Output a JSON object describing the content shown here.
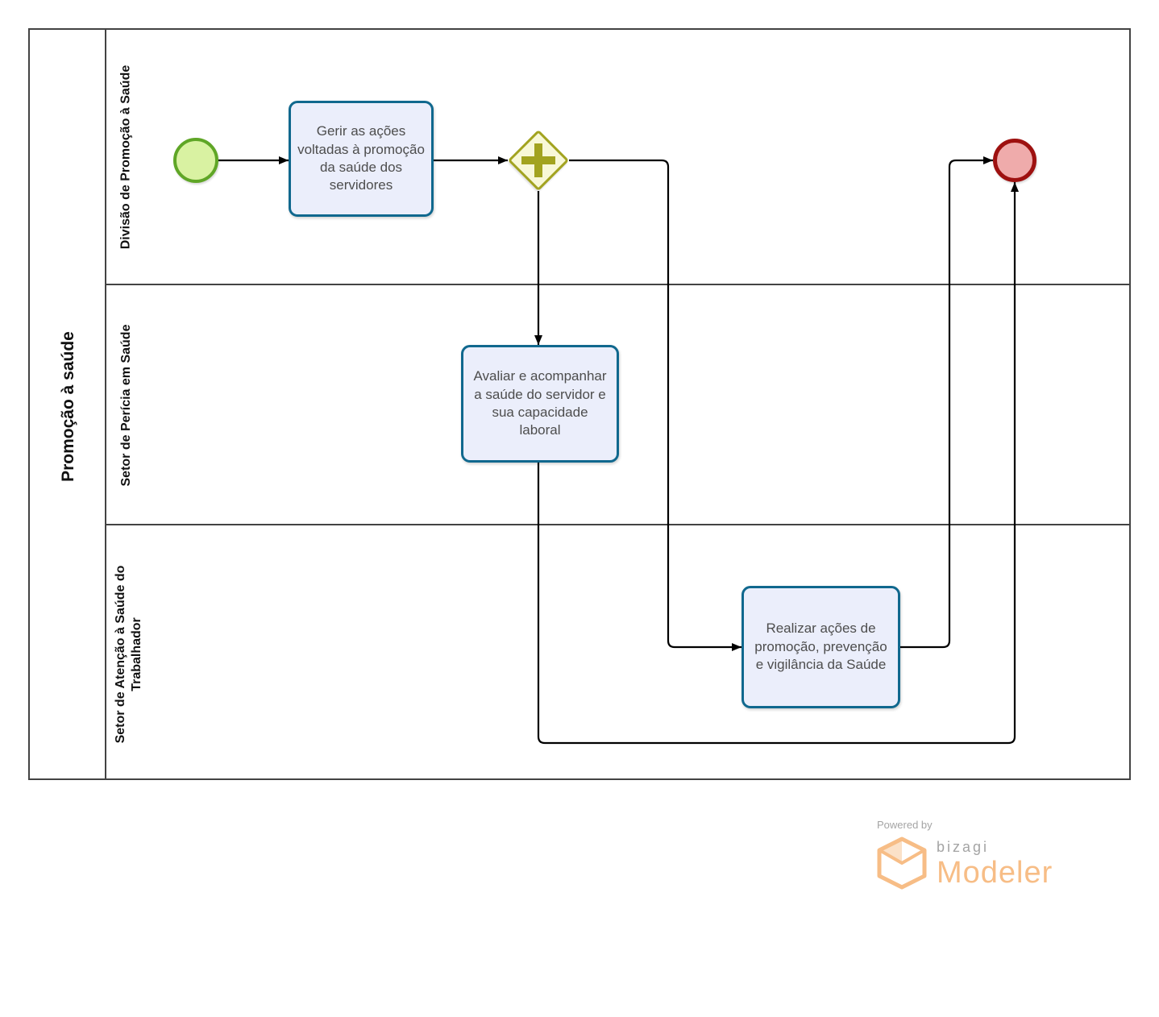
{
  "pool": {
    "title": "Promoção à saúde",
    "lanes": [
      {
        "label": "Divisão de Promoção à Saúde"
      },
      {
        "label": "Setor de Perícia em Saúde"
      },
      {
        "label": "Setor de Atenção à Saúde do Trabalhador"
      }
    ]
  },
  "nodes": {
    "start_event": {
      "type": "start-event"
    },
    "task_gerir": {
      "label": "Gerir as ações voltadas à promoção da saúde dos servidores",
      "lane": "Divisão de Promoção à Saúde"
    },
    "gateway_parallel": {
      "type": "parallel-gateway",
      "symbol": "+"
    },
    "task_avaliar": {
      "label": "Avaliar e acompanhar a saúde do servidor e sua capacidade laboral",
      "lane": "Setor de Perícia em Saúde"
    },
    "task_realizar": {
      "label": "Realizar ações de promoção, prevenção e vigilância da Saúde",
      "lane": "Setor de Atenção à Saúde do Trabalhador"
    },
    "end_event": {
      "type": "end-event"
    }
  },
  "flows": [
    {
      "from": "start_event",
      "to": "task_gerir"
    },
    {
      "from": "task_gerir",
      "to": "gateway_parallel"
    },
    {
      "from": "gateway_parallel",
      "to": "task_avaliar"
    },
    {
      "from": "gateway_parallel",
      "to": "task_realizar"
    },
    {
      "from": "task_avaliar",
      "to": "end_event"
    },
    {
      "from": "task_realizar",
      "to": "end_event"
    }
  ],
  "colors": {
    "task_border": "#10688e",
    "task_fill": "#ebeefb",
    "gateway_border": "#a2a31f",
    "gateway_fill": "#f8f8d7",
    "start_border": "#5fa626",
    "start_fill": "#d9f2a2",
    "end_border": "#9e1110",
    "end_fill": "#efabab",
    "lane_border": "#434343",
    "flow": "#000000",
    "brand_orange": "#f7bd86",
    "brand_gray": "#a4a4a4"
  },
  "footer": {
    "powered_by": "Powered by",
    "brand": "bizagi",
    "product": "Modeler"
  }
}
